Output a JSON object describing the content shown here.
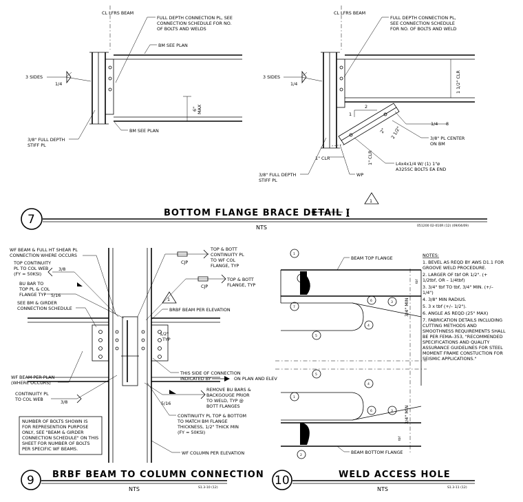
{
  "detail7": {
    "number": "7",
    "title": "BOTTOM FLANGE BRACE DETAIL (",
    "title_close": ")",
    "nts": "NTS",
    "ref": "051200 02-010R (12)   (09/04/09)",
    "rev_mark": "1",
    "left": {
      "cl_beam": "CL LFRS BEAM",
      "full_depth": [
        "FULL DEPTH CONNECTION PL, SEE",
        "CONNECTION SCHEDULE FOR NO.",
        "OF BOLTS AND WELDS"
      ],
      "bm_top": "BM SEE PLAN",
      "three_sides": "3 SIDES",
      "weld": "1/4",
      "max": "6\"",
      "max_label": "MAX",
      "stiff": [
        "3/8\" FULL DEPTH",
        "STIFF PL"
      ],
      "bm_bottom": "BM SEE PLAN"
    },
    "right": {
      "cl_beam": "CL LFRS BEAM",
      "full_depth": [
        "FULL DEPTH CONNECTION PL,",
        "SEE CONNECTION SCHEDULE",
        "FOR NO. OF BOLTS AND WELD"
      ],
      "three_sides": "3 SIDES",
      "weld": "1/4",
      "clr_top": "1 1/2\" CLR",
      "slope_a": "1",
      "slope_b": "2",
      "weld2": "1/4",
      "weld2_len": "8",
      "pl_center": [
        "3/8\" PL CENTER",
        "ON BM"
      ],
      "dim_a": "2\"",
      "dim_b": "2 1/2\"",
      "clr_a": "1\" CLR",
      "clr_b": "1\" CLR",
      "angle": [
        "L4x4x1/4 W/ (1) 1\"ø",
        "A325SC BOLTS EA END"
      ],
      "wp": "WP",
      "stiff": [
        "3/8\" FULL DEPTH",
        "STIFF PL"
      ]
    }
  },
  "detail9": {
    "number": "9",
    "title": "BRBF BEAM TO COLUMN CONNECTION",
    "nts": "NTS",
    "ref": "S1.3-10 (12)",
    "wf_shear": [
      "WF BEAM & FULL HT SHEAR PL",
      "CONNECTION WHERE OCCURS"
    ],
    "top_cont": [
      "TOP CONTINUITY",
      "PL TO COL WEB",
      "(FY = 50KSI)"
    ],
    "weld_a": "3/8",
    "bu_bar": [
      "BU BAR TO",
      "TOP PL & COL",
      "FLANGE TYP"
    ],
    "weld_b": "5/16",
    "see_bm": [
      "SEE BM & GIRDER",
      "CONNECTION SCHEDULE"
    ],
    "top_bott_cont": [
      "TOP & BOTT",
      "CONTINUITY PL",
      "TO WF COL",
      "FLANGE, TYP"
    ],
    "top_bott": [
      "TOP & BOTT",
      "FLANGE, TYP"
    ],
    "cjp": "CJP",
    "cjp2": "CJP",
    "rev_mark": "1",
    "brbf_beam": "BRBF BEAM PER ELEVATION",
    "half": "1/2\"",
    "typ": "TYP",
    "wf_beam": [
      "WF BEAM PER PLAN",
      "(WHERE OCCURS)"
    ],
    "this_side": [
      "THIS SIDE OF CONNECTION",
      "INDICATED BY"
    ],
    "on_plan": "ON PLAN AND ELEV",
    "cont_pl": [
      "CONTINUITY PL",
      "TO COL WEB"
    ],
    "weld_c": "3/8",
    "remove": [
      "REMOVE BU BARS &",
      "BACKGOUGE PRIOR",
      "TO WELD, TYP @",
      "BOTT FLANGES"
    ],
    "weld_d": "5/16",
    "cont_top_bot": [
      "CONTINUITY PL TOP & BOTTOM",
      "TO MATCH BM FLANGE",
      "THICKNESS, 1/2\" THICK MIN",
      "(FY = 50KSI)"
    ],
    "note": [
      "NUMBER OF BOLTS SHOWN IS",
      "FOR REPRESENTION PURPOSE",
      "ONLY, SEE \"BEAM & GIRDER",
      "CONNECTION SCHEDULE\" ON THIS",
      "SHEET FOR NUMBER OF BOLTS",
      "PER SPECIFIC WF BEAMS."
    ],
    "wf_column": "WF COLUMN PER ELEVATION"
  },
  "detail10": {
    "number": "10",
    "title": "WELD ACCESS HOLE",
    "nts": "NTS",
    "ref": "S1.3-11 (12)",
    "beam_top": "BEAM TOP FLANGE",
    "beam_bottom": "BEAM BOTTOM FLANGE",
    "min_a": "3/4\" MIN",
    "min_b": "3/4\" MIN",
    "tbf_a": "tbf",
    "tbf_b": "tbf",
    "callouts": [
      "1",
      "2",
      "3",
      "4",
      "5",
      "6",
      "7"
    ],
    "notes_title": "NOTES:",
    "notes": [
      "1.  BEVEL AS REQD BY AWS D1.1 FOR",
      "     GROOVE WELD PROCEDURE.",
      "2.  LARGER OF tbf OR 1/2\".  (+",
      "     1/2tbf, OR – 1/4tbf)",
      "3.  3/4\" tbf TO tbf, 3/4\" MIN. (+/–",
      "     1/4\")",
      "4.  3/8\" MIN RADIUS.",
      "5.  3 x tbf (+/– 1/2\").",
      "6.  ANGLE AS REQD (25° MAX)",
      "7.  FABRICATION DETAILS INCLUDING",
      "     CUTTING METHODS AND",
      "     SMOOTHNESS REQUIREMENTS SHALL",
      "     BE PER FEMA–353, \"RECOMMENDED",
      "     SPECIFICATIONS AND QUALITY",
      "     ASSURANCE GUIDELINES FOR STEEL",
      "     MOMENT FRAME CONSTUCTION FOR",
      "     SEISMIC APPLICATIONS.\""
    ]
  }
}
